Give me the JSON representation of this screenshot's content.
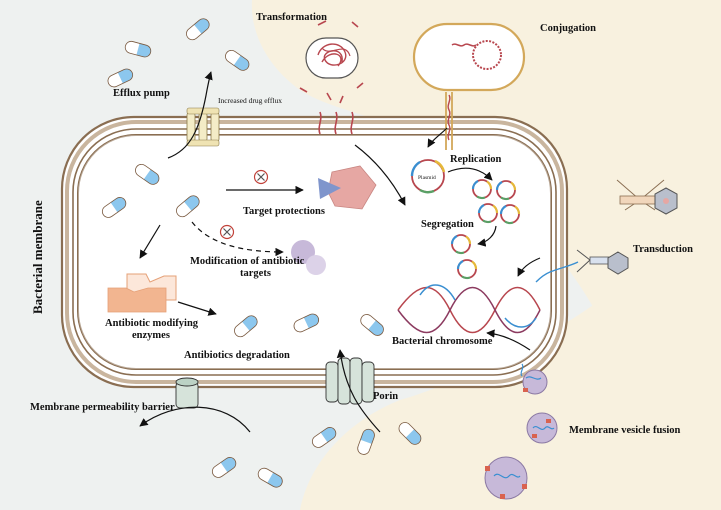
{
  "labels": {
    "bacterial_membrane": "Bacterial membrane",
    "transformation": "Transformation",
    "conjugation": "Conjugation",
    "efflux_pump": "Efflux pump",
    "increased_drug_efflux": "Increased drug efflux",
    "plasmid": "Plasmid",
    "replication": "Replication",
    "target_protections": "Target protections",
    "segregation": "Segregation",
    "transduction": "Transduction",
    "modification_line1": "Modification of antibiotic",
    "modification_line2": "targets",
    "antibiotic_modifying_line1": "Antibiotic modifying",
    "antibiotic_modifying_line2": "enzymes",
    "antibiotics_degradation": "Antibiotics degradation",
    "bacterial_chromosome": "Bacterial chromosome",
    "membrane_permeability_barrier": "Membrane permeability barrier",
    "porin": "Porin",
    "membrane_vesicle_fusion": "Membrane vesicle fusion"
  },
  "colors": {
    "outer_left_bg": "#eef1f0",
    "outer_right_bg": "#f8f1df",
    "cell_interior": "#ffffff",
    "membrane_brown": "#8a6e52",
    "capsule_blue": "#8cc7ee",
    "capsule_outline": "#7a5a40",
    "dna_red": "#b8474f",
    "target_pink": "#e6a7a3",
    "target_blue": "#7f95cc",
    "enzyme_orange": "#f2b590",
    "vesicle_purple": "#c7b9d9",
    "porin_green": "#d6e3da",
    "phage_grey": "#b9bfcc"
  }
}
